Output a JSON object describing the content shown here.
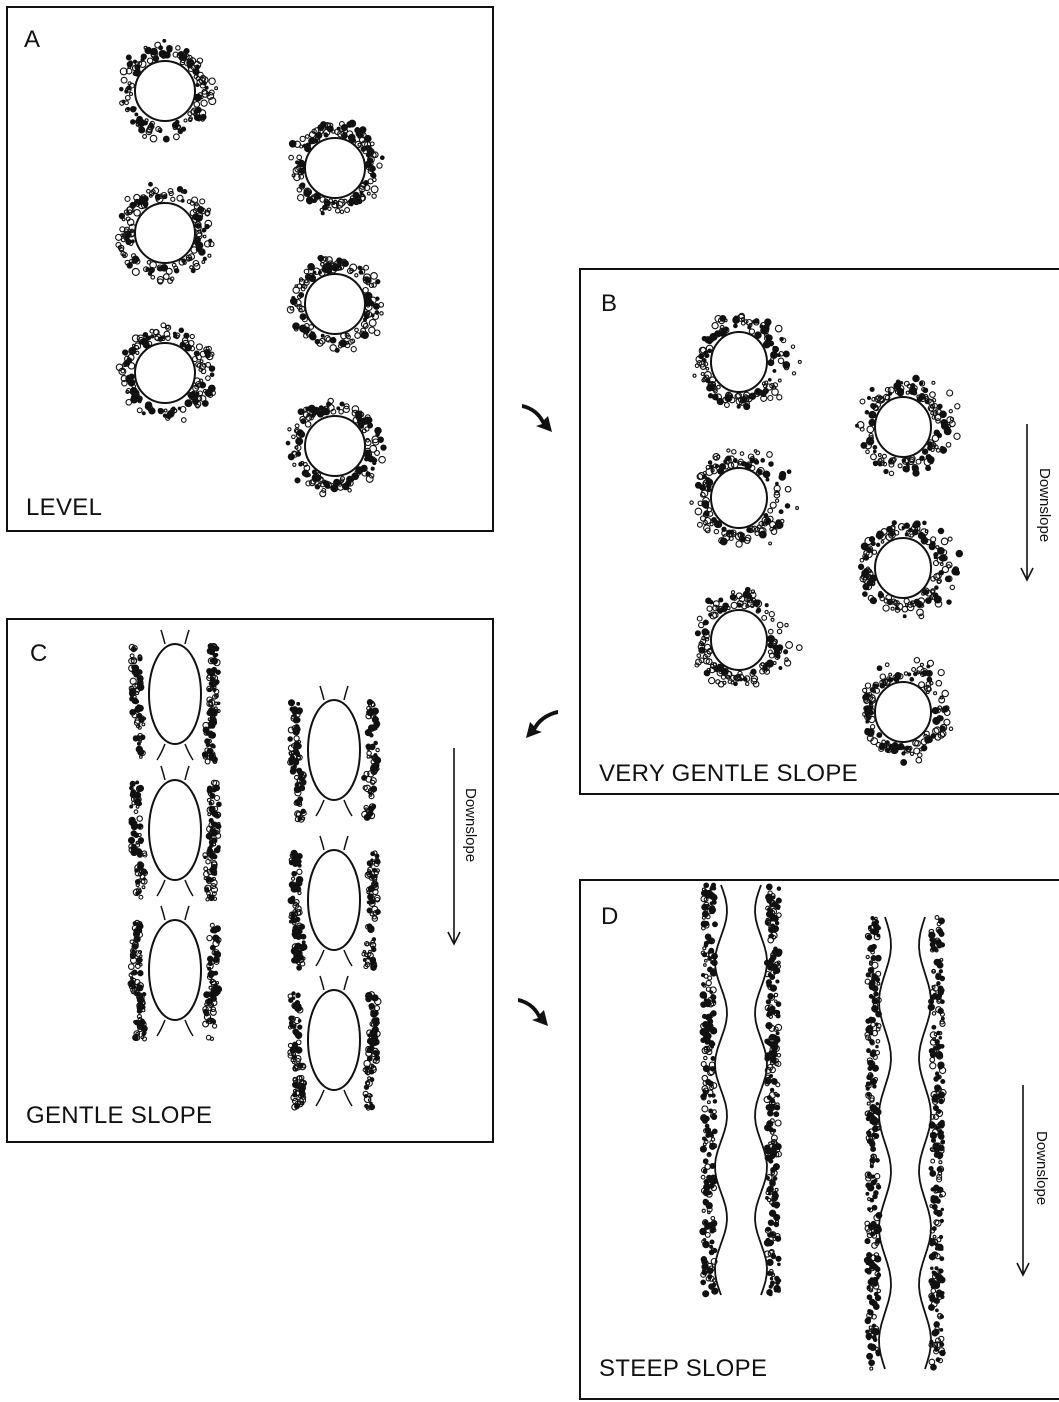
{
  "panels": {
    "a": {
      "letter": "A",
      "caption": "LEVEL"
    },
    "b": {
      "letter": "B",
      "caption": "VERY GENTLE SLOPE",
      "direction": "Downslope"
    },
    "c": {
      "letter": "C",
      "caption": "GENTLE SLOPE",
      "direction": "Downslope"
    },
    "d": {
      "letter": "D",
      "caption": "STEEP SLOPE",
      "direction": "Downslope"
    }
  },
  "icons": {
    "transition": "curved-arrow-icon",
    "direction": "down-arrow-icon"
  },
  "colors": {
    "ink": "#111111",
    "background": "#ffffff"
  }
}
